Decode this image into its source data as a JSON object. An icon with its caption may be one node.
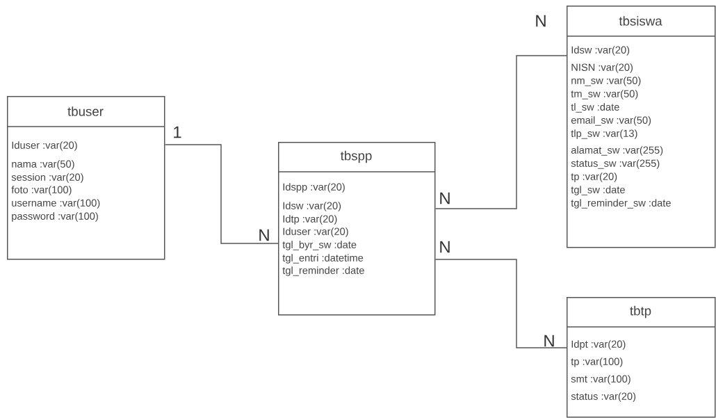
{
  "diagram": {
    "nodes": [
      {
        "text": [
          "tbuser",
          "Iduser :var(20)",
          "nama  :var(50)",
          "session :var(20)",
          "foto :var(100)",
          "username :var(100)",
          "password :var(100)"
        ]
      },
      {
        "text": [
          "tbspp",
          "Idspp :var(20)",
          "Idsw :var(20)",
          "Idtp :var(20)",
          "Iduser :var(20)",
          "tgl_byr_sw :date",
          "tgl_entri :datetime",
          "tgl_reminder :date"
        ]
      },
      {
        "text": [
          "tbsiswa",
          "Idsw :var(20)",
          "NISN :var(20)",
          "nm_sw :var(50)",
          "tm_sw :var(50)",
          "tl_sw :date",
          "email_sw :var(50)",
          "tlp_sw :var(13)",
          "alamat_sw :var(255)",
          "status_sw :var(255)",
          "tp :var(20)",
          "tgl_sw :date",
          "tgl_reminder_sw :date"
        ]
      },
      {
        "text": [
          "tbtp",
          "Idpt :var(20)",
          "tp :var(100)",
          "smt :var(100)",
          "status :var(20)"
        ]
      }
    ],
    "edges": [
      {
        "from": 0,
        "to": 1,
        "arrow": "none"
      },
      {
        "from": 1,
        "to": 2,
        "arrow": "none"
      },
      {
        "from": 1,
        "to": 3,
        "arrow": "none"
      }
    ],
    "labels": [
      "N",
      "1",
      "N",
      "N",
      "N",
      "N"
    ]
  }
}
